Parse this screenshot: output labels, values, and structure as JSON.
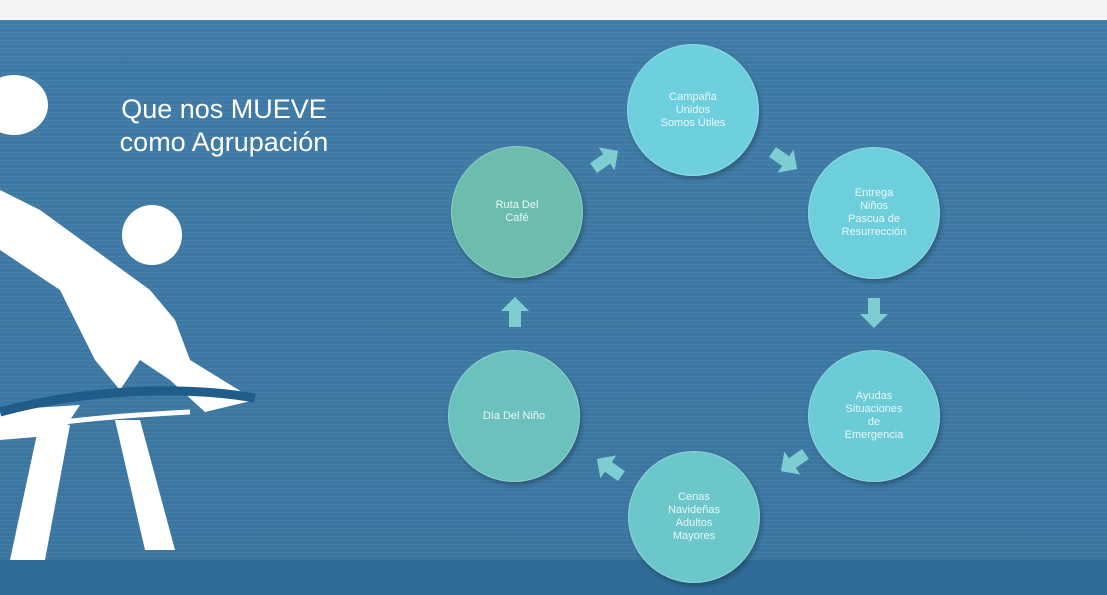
{
  "slide": {
    "title": "Que nos MUEVE\ncomo Agrupación"
  },
  "cycle": {
    "nodes": [
      {
        "label": "Campaña\nUnidos\nSomos Útiles",
        "color": "#6ed0df"
      },
      {
        "label": "Entrega\nNiños\nPascua de\nResurrección",
        "color": "#6dcfdc"
      },
      {
        "label": "Ayudas\nSituaciones\nde\nEmergencia",
        "color": "#6bcbd6"
      },
      {
        "label": "Cenas\nNavideñas\nAdultos\nMayores",
        "color": "#6cc7cb"
      },
      {
        "label": "Día Del Niño",
        "color": "#6bc2bd"
      },
      {
        "label": "Ruta Del\nCafé",
        "color": "#6dbdaf"
      }
    ],
    "arrow_color": "#7ecdd0"
  }
}
